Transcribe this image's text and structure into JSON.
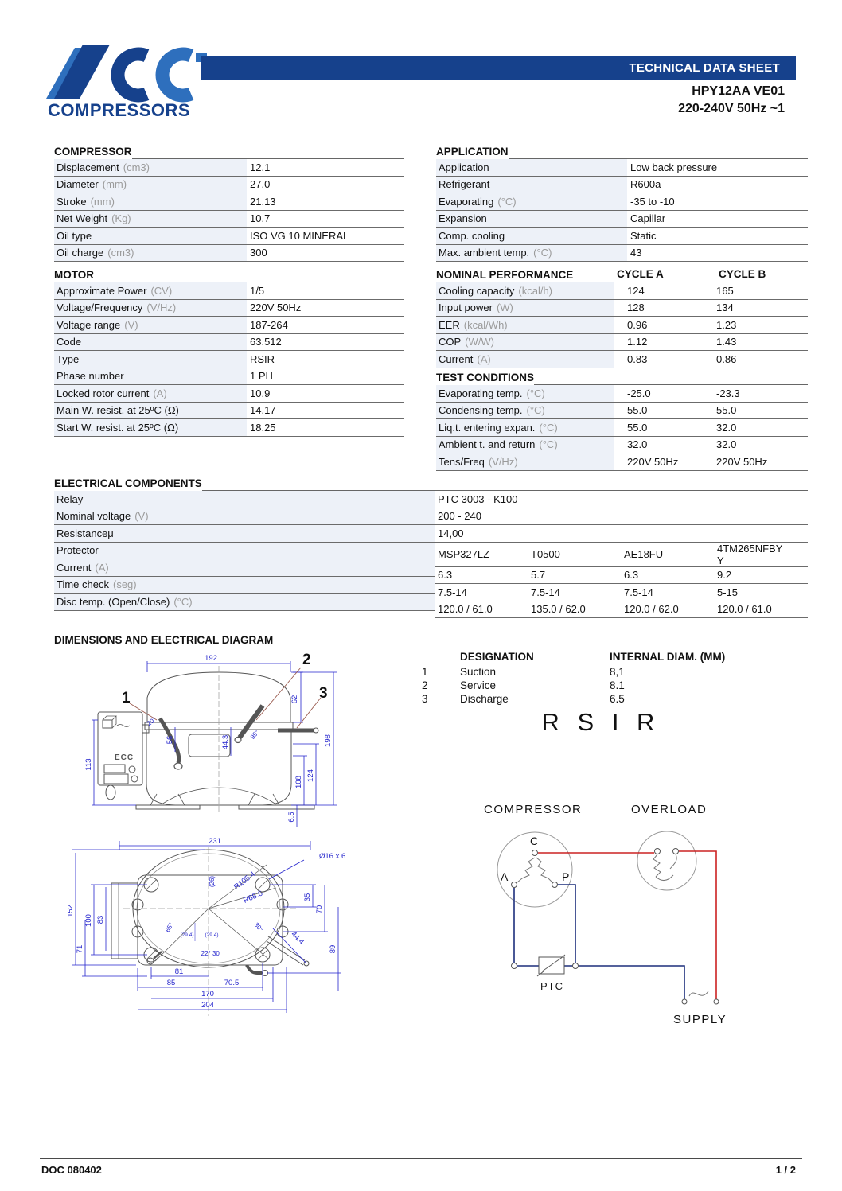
{
  "header": {
    "banner": "TECHNICAL DATA SHEET",
    "model": "HPY12AA VE01",
    "power": "220-240V 50Hz ~1",
    "logo_text": "COMPRESSORS"
  },
  "colors": {
    "navy": "#16418c",
    "light_blue": "#2e6fbd",
    "row_bg": "#edf1f8",
    "dim_blue": "#2525cd",
    "wire_red": "#cc2222",
    "wire_blue": "#1d2f7c"
  },
  "compressor": {
    "title": "COMPRESSOR",
    "rows": [
      {
        "label": "Displacement",
        "unit": "(cm3)",
        "value": "12.1"
      },
      {
        "label": "Diameter",
        "unit": "(mm)",
        "value": "27.0"
      },
      {
        "label": "Stroke",
        "unit": "(mm)",
        "value": "21.13"
      },
      {
        "label": "Net Weight",
        "unit": "(Kg)",
        "value": "10.7"
      },
      {
        "label": "Oil type",
        "unit": "",
        "value": "ISO VG 10 MINERAL"
      },
      {
        "label": "Oil charge",
        "unit": "(cm3)",
        "value": "300"
      }
    ]
  },
  "motor": {
    "title": "MOTOR",
    "rows": [
      {
        "label": "Approximate Power",
        "unit": "(CV)",
        "value": "1/5"
      },
      {
        "label": "Voltage/Frequency",
        "unit": "(V/Hz)",
        "value": "220V 50Hz"
      },
      {
        "label": "Voltage range",
        "unit": "(V)",
        "value": "187-264"
      },
      {
        "label": "Code",
        "unit": "",
        "value": "63.512"
      },
      {
        "label": "Type",
        "unit": "",
        "value": "RSIR"
      },
      {
        "label": "Phase number",
        "unit": "",
        "value": "1 PH"
      },
      {
        "label": "Locked rotor current",
        "unit": "(A)",
        "value": "10.9"
      },
      {
        "label": "Main W. resist. at 25ºC (Ω)",
        "unit": "",
        "value": "14.17"
      },
      {
        "label": "Start W. resist. at 25ºC (Ω)",
        "unit": "",
        "value": "18.25"
      }
    ]
  },
  "application": {
    "title": "APPLICATION",
    "rows": [
      {
        "label": "Application",
        "unit": "",
        "value": "Low back pressure"
      },
      {
        "label": "Refrigerant",
        "unit": "",
        "value": "R600a"
      },
      {
        "label": "Evaporating",
        "unit": "(°C)",
        "value": "-35 to -10"
      },
      {
        "label": "Expansion",
        "unit": "",
        "value": "Capillar"
      },
      {
        "label": "Comp. cooling",
        "unit": "",
        "value": "Static"
      },
      {
        "label": "Max. ambient temp.",
        "unit": "(°C)",
        "value": "43"
      }
    ]
  },
  "nominal": {
    "title": "NOMINAL PERFORMANCE",
    "col_a": "CYCLE A",
    "col_b": "CYCLE B",
    "rows": [
      {
        "label": "Cooling capacity",
        "unit": "(kcal/h)",
        "a": "124",
        "b": "165"
      },
      {
        "label": "Input power",
        "unit": "(W)",
        "a": "128",
        "b": "134"
      },
      {
        "label": "EER",
        "unit": "(kcal/Wh)",
        "a": "0.96",
        "b": "1.23"
      },
      {
        "label": "COP",
        "unit": "(W/W)",
        "a": "1.12",
        "b": "1.43"
      },
      {
        "label": "Current",
        "unit": "(A)",
        "a": "0.83",
        "b": "0.86"
      }
    ]
  },
  "test": {
    "title": "TEST CONDITIONS",
    "rows": [
      {
        "label": "Evaporating temp.",
        "unit": "(°C)",
        "a": "-25.0",
        "b": "-23.3"
      },
      {
        "label": "Condensing temp.",
        "unit": "(°C)",
        "a": "55.0",
        "b": "55.0"
      },
      {
        "label": "Liq.t. entering expan.",
        "unit": "(°C)",
        "a": "55.0",
        "b": "32.0"
      },
      {
        "label": "Ambient t. and return",
        "unit": "(°C)",
        "a": "32.0",
        "b": "32.0"
      },
      {
        "label": "Tens/Freq",
        "unit": "(V/Hz)",
        "a": "220V 50Hz",
        "b": "220V 50Hz"
      }
    ]
  },
  "electrical": {
    "title": "ELECTRICAL COMPONENTS",
    "labels": [
      {
        "label": "Relay",
        "unit": ""
      },
      {
        "label": "Nominal voltage",
        "unit": "(V)"
      },
      {
        "label": "Resistanceμ",
        "unit": ""
      },
      {
        "label": "Protector",
        "unit": ""
      },
      {
        "label": "Current",
        "unit": "(A)"
      },
      {
        "label": "Time check",
        "unit": "(seg)"
      },
      {
        "label": "Disc temp. (Open/Close)",
        "unit": "(°C)"
      }
    ],
    "rows": [
      {
        "c1": "PTC 3003 - K100",
        "c2": "",
        "c3": "",
        "c4": ""
      },
      {
        "c1": "200 - 240",
        "c2": "",
        "c3": "",
        "c4": ""
      },
      {
        "c1": "14,00",
        "c2": "",
        "c3": "",
        "c4": ""
      },
      {
        "c1": "MSP327LZ",
        "c2": "T0500",
        "c3": "AE18FU",
        "c4": "4TM265NFBY\nY"
      },
      {
        "c1": "6.3",
        "c2": "5.7",
        "c3": "6.3",
        "c4": "9.2"
      },
      {
        "c1": "7.5-14",
        "c2": "7.5-14",
        "c3": "7.5-14",
        "c4": "5-15"
      },
      {
        "c1": "120.0 / 61.0",
        "c2": "135.0 / 62.0",
        "c3": "120.0 / 62.0",
        "c4": "120.0 / 61.0"
      }
    ]
  },
  "dimensions": {
    "title": "DIMENSIONS AND ELECTRICAL DIAGRAM",
    "designation": {
      "header_designation": "DESIGNATION",
      "header_diam": "INTERNAL DIAM. (MM)",
      "rows": [
        {
          "num": "1",
          "name": "Suction",
          "diam": "8,1"
        },
        {
          "num": "2",
          "name": "Service",
          "diam": "8.1"
        },
        {
          "num": "3",
          "name": "Discharge",
          "diam": "6.5"
        }
      ]
    },
    "motor_type": "R S I R"
  },
  "drawing": {
    "front": {
      "w192": "192",
      "c1": "1",
      "c2": "2",
      "c3": "3",
      "h62": "62",
      "h198": "198",
      "h56": "56",
      "h443": "44.3",
      "a20": "20°",
      "a95": "95°",
      "h113": "113",
      "h108": "108",
      "h124": "124",
      "h65": "6.5",
      "ecc": "ECC"
    },
    "bottom": {
      "w231": "231",
      "holes": "Ø16 x 6",
      "r105": "R105.4",
      "r68": "R68.6",
      "d26": "(26)",
      "h152": "152",
      "h100": "100",
      "h83": "83",
      "h71": "71",
      "h35": "35",
      "h70": "70",
      "d444": "44.4",
      "h89": "89",
      "a65": "65°",
      "a30": "30°",
      "a2230": "22° 30'",
      "w81": "81",
      "w85": "85",
      "w705": "70.5",
      "w170": "170",
      "w204": "204",
      "c294a": "(29.4)",
      "c294b": "(29.4)"
    }
  },
  "circuit": {
    "compressor": "COMPRESSOR",
    "overload": "OVERLOAD",
    "ptc": "PTC",
    "supply": "SUPPLY",
    "t_c": "C",
    "t_a": "A",
    "t_p": "P"
  },
  "footer": {
    "doc": "DOC 080402",
    "page": "1 / 2"
  }
}
